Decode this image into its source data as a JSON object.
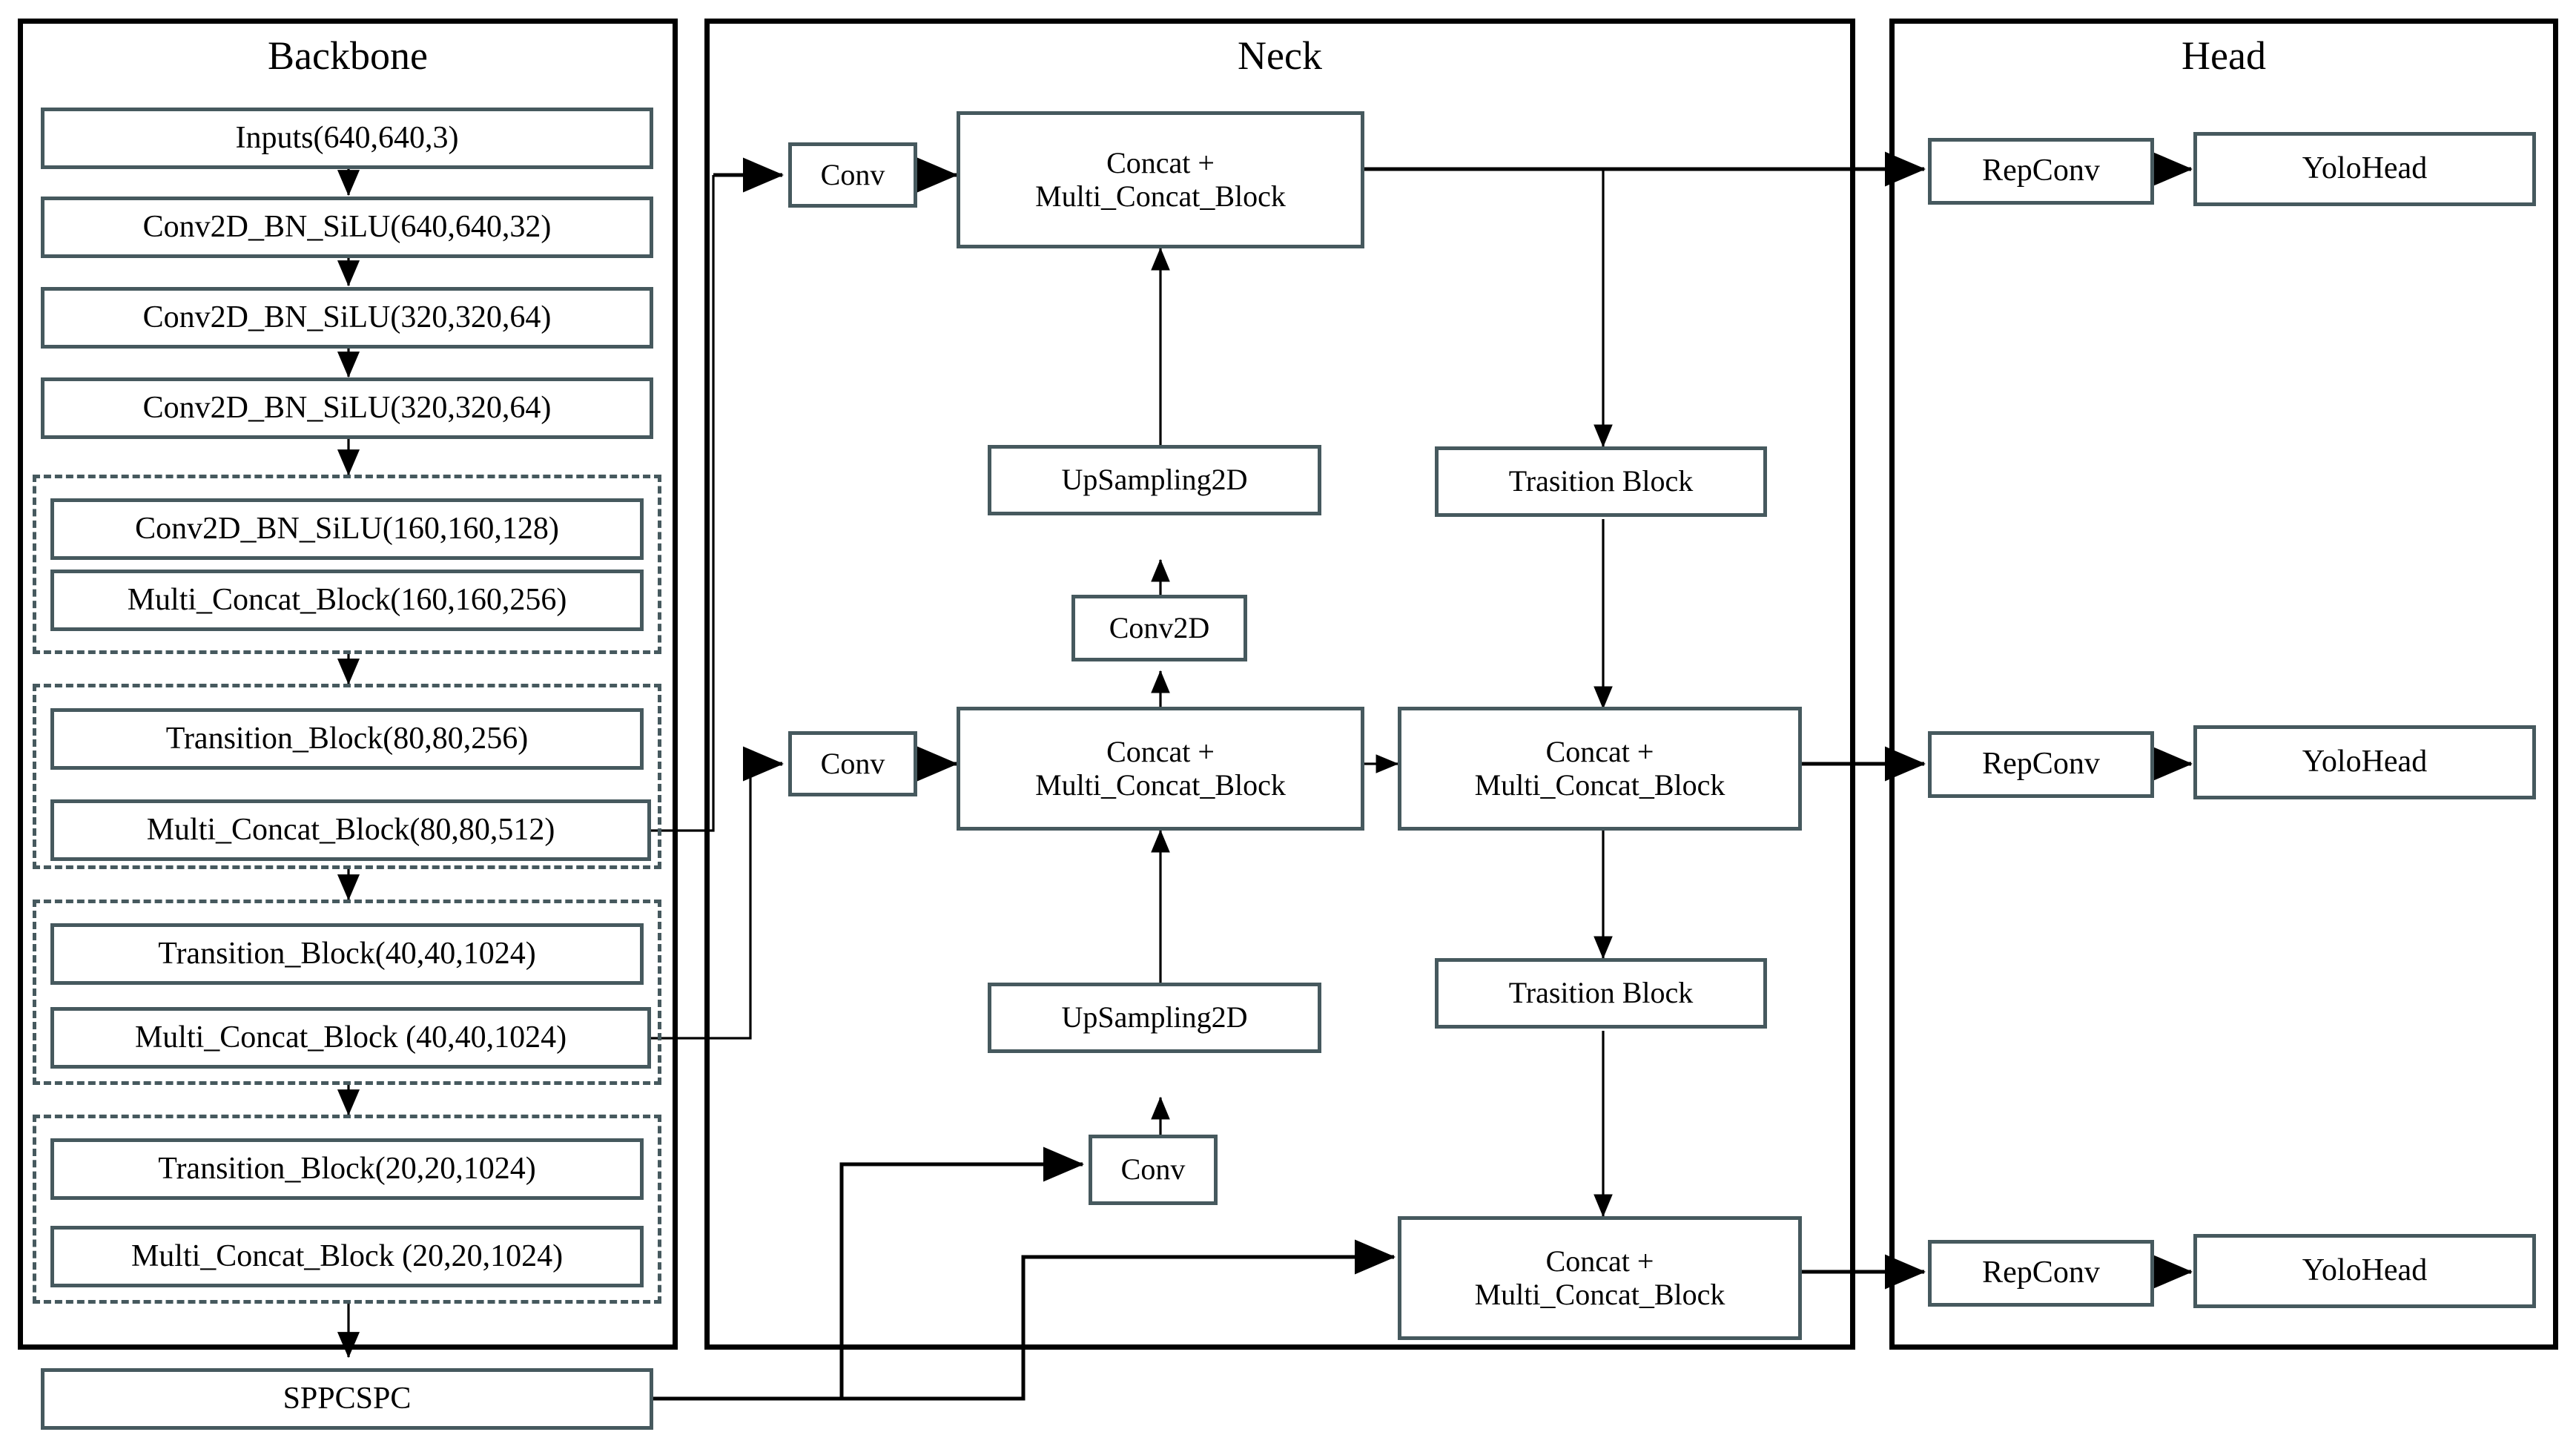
{
  "diagram": {
    "title_hidden": "YOLOv7 network architecture",
    "colors": {
      "panel_border": "#000000",
      "node_border": "#46595e",
      "stage_border": "#46595e",
      "edge": "#000000",
      "background": "#ffffff"
    }
  },
  "panels": [
    {
      "id": "backbone",
      "title": "Backbone"
    },
    {
      "id": "neck",
      "title": "Neck"
    },
    {
      "id": "head",
      "title": "Head"
    }
  ],
  "backbone": {
    "title": "Backbone",
    "nodes": [
      {
        "id": "inputs",
        "label": "Inputs(640,640,3)"
      },
      {
        "id": "cbs1",
        "label": "Conv2D_BN_SiLU(640,640,32)"
      },
      {
        "id": "cbs2",
        "label": "Conv2D_BN_SiLU(320,320,64)"
      },
      {
        "id": "cbs3",
        "label": "Conv2D_BN_SiLU(320,320,64)"
      },
      {
        "id": "cbs4",
        "label": "Conv2D_BN_SiLU(160,160,128)"
      },
      {
        "id": "mcb1",
        "label": "Multi_Concat_Block(160,160,256)"
      },
      {
        "id": "tb1",
        "label": "Transition_Block(80,80,256)"
      },
      {
        "id": "mcb2",
        "label": "Multi_Concat_Block(80,80,512)"
      },
      {
        "id": "tb2",
        "label": "Transition_Block(40,40,1024)"
      },
      {
        "id": "mcb3",
        "label": "Multi_Concat_Block (40,40,1024)"
      },
      {
        "id": "tb3",
        "label": "Transition_Block(20,20,1024)"
      },
      {
        "id": "mcb4",
        "label": "Multi_Concat_Block (20,20,1024)"
      }
    ],
    "sppcspc": {
      "id": "sppcspc",
      "label": "SPPCSPC"
    }
  },
  "neck": {
    "title": "Neck",
    "nodes": [
      {
        "id": "conv_top",
        "label": "Conv"
      },
      {
        "id": "conv_mid",
        "label": "Conv"
      },
      {
        "id": "conv_bot",
        "label": "Conv"
      },
      {
        "id": "concat_top",
        "label": "Concat +\nMulti_Concat_Block"
      },
      {
        "id": "concat_mid",
        "label": "Concat +\nMulti_Concat_Block"
      },
      {
        "id": "concat_r_mid",
        "label": "Concat +\nMulti_Concat_Block"
      },
      {
        "id": "concat_r_bot",
        "label": "Concat +\nMulti_Concat_Block"
      },
      {
        "id": "ups_top",
        "label": "UpSampling2D"
      },
      {
        "id": "ups_bot",
        "label": "UpSampling2D"
      },
      {
        "id": "conv2d",
        "label": "Conv2D"
      },
      {
        "id": "trans_top",
        "label": "Trasition Block"
      },
      {
        "id": "trans_bot",
        "label": "Trasition Block"
      }
    ]
  },
  "head": {
    "title": "Head",
    "rows": [
      {
        "repconv": "RepConv",
        "yolohead": "YoloHead"
      },
      {
        "repconv": "RepConv",
        "yolohead": "YoloHead"
      },
      {
        "repconv": "RepConv",
        "yolohead": "YoloHead"
      }
    ]
  }
}
